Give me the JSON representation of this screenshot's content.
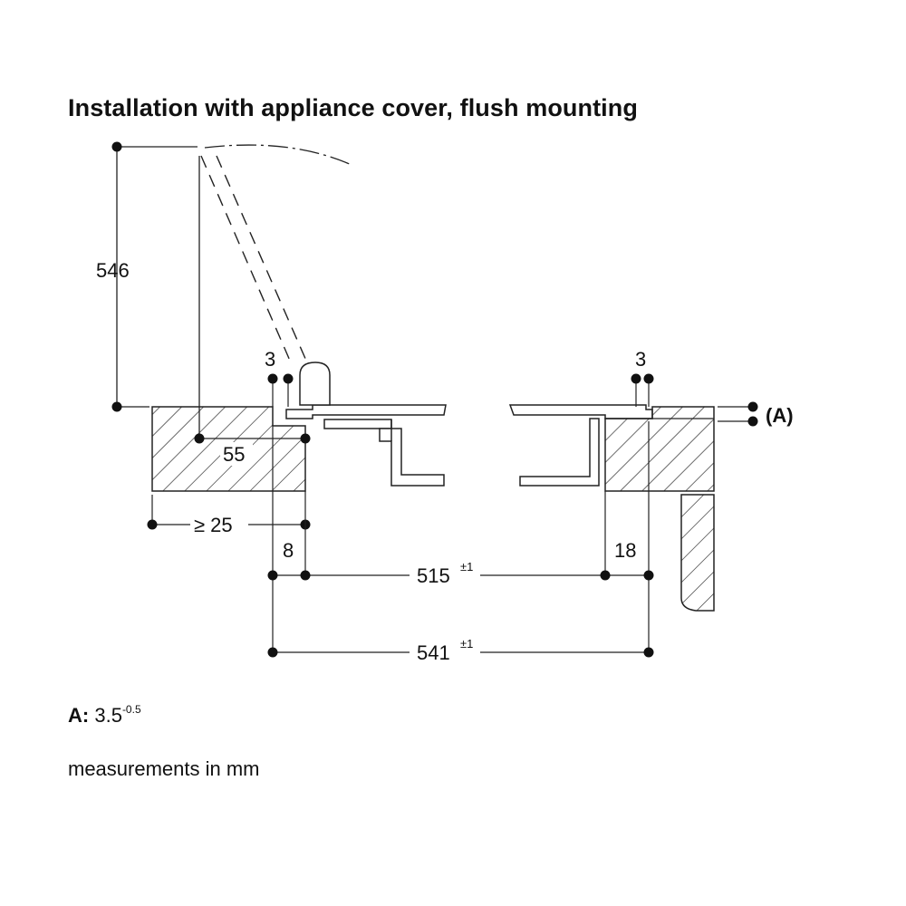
{
  "title": "Installation with appliance cover, flush mounting",
  "dimensions": {
    "height": "546",
    "gap_left": "3",
    "gap_right": "3",
    "bolt_offset": "55",
    "min_distance": "≥ 25",
    "edge_left": "8",
    "edge_right": "18",
    "inner_width": "515",
    "inner_width_tol": "±1",
    "outer_width": "541",
    "outer_width_tol": "±1",
    "label_a": "(A)"
  },
  "notes": {
    "a_label": "A:",
    "a_value": "3.5",
    "a_tolerance": "-0.5",
    "units": "measurements in mm"
  }
}
